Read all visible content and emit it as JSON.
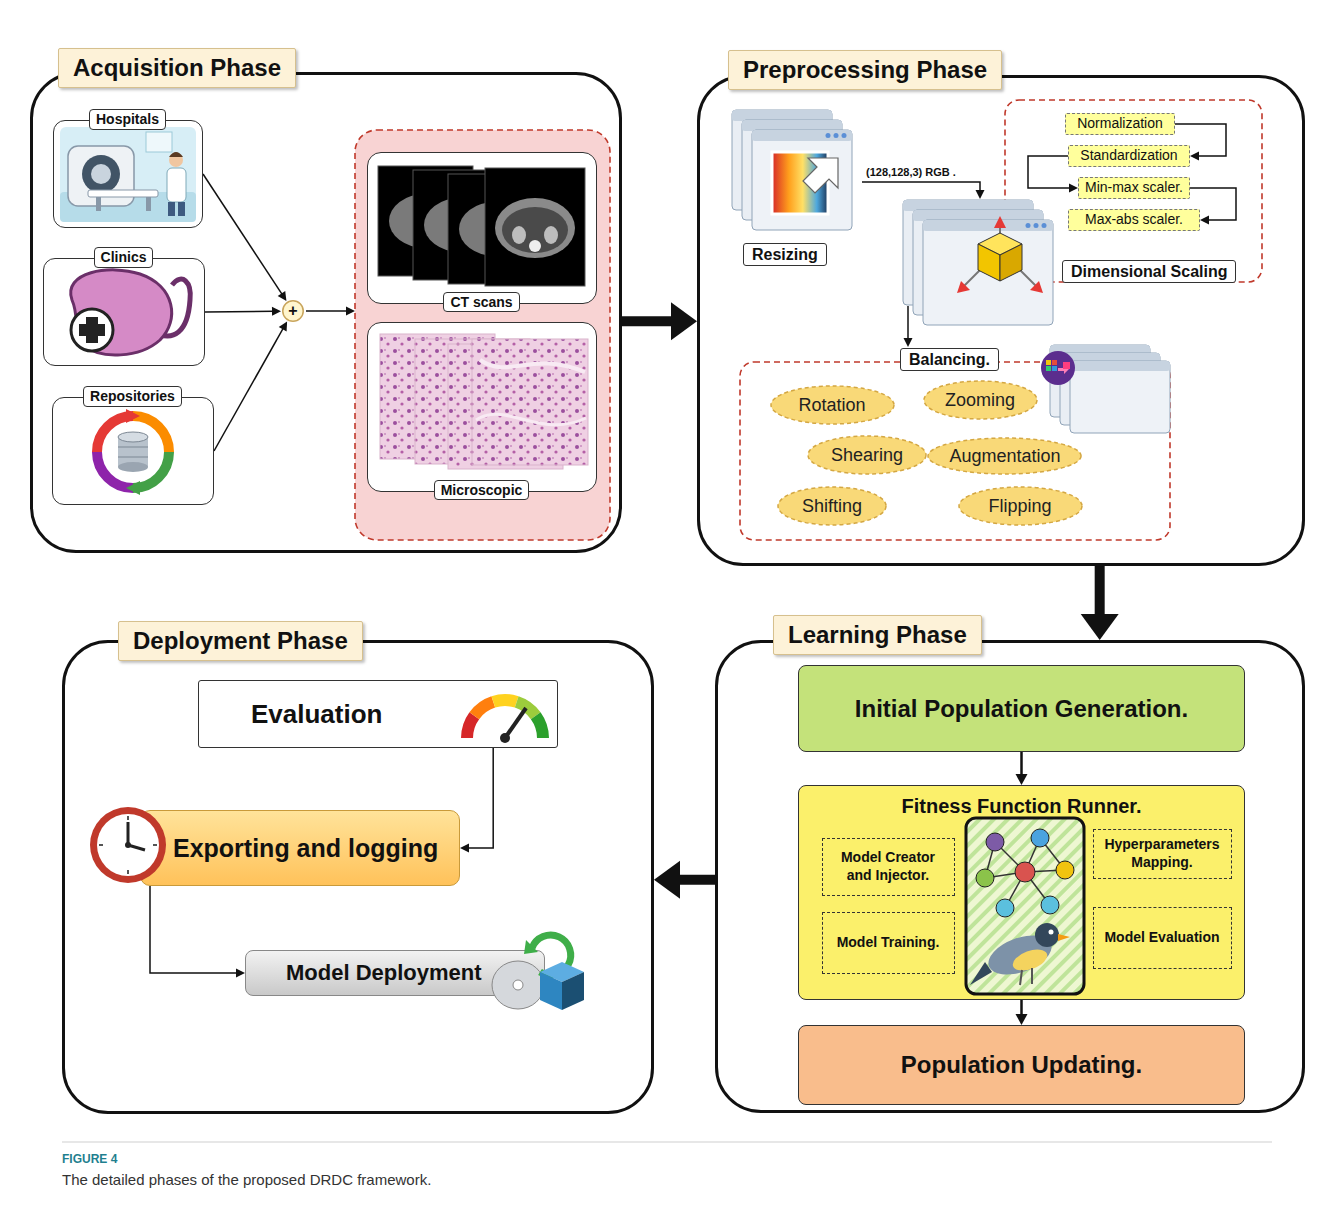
{
  "diagram": {
    "caption": "The detailed phases of the proposed DRDC framework.",
    "nodes": [
      {
        "text": [
          "Acquisition Phase"
        ]
      },
      {
        "text": [
          "Hospitals"
        ],
        "in": 0
      },
      {
        "text": [
          "Clinics"
        ],
        "in": 0
      },
      {
        "text": [
          "Repositories"
        ],
        "in": 0
      },
      {
        "text": [
          "+"
        ],
        "in": 0
      },
      {
        "text": [
          "CT scans"
        ],
        "in": 0
      },
      {
        "text": [
          "Microscopic"
        ],
        "in": 0
      },
      {
        "text": [
          "Preprocessing Phase"
        ]
      },
      {
        "text": [
          "Resizing"
        ],
        "in": 7
      },
      {
        "text": [
          "Normalization"
        ],
        "in": 7
      },
      {
        "text": [
          "Standardization"
        ],
        "in": 7
      },
      {
        "text": [
          "Min-max scaler."
        ],
        "in": 7
      },
      {
        "text": [
          "Max-abs scaler."
        ],
        "in": 7
      },
      {
        "text": [
          "Dimensional Scaling"
        ],
        "in": 7
      },
      {
        "text": [
          "Balancing."
        ],
        "in": 7
      },
      {
        "text": [
          "Rotation"
        ],
        "in": 7
      },
      {
        "text": [
          "Zooming"
        ],
        "in": 7
      },
      {
        "text": [
          "Shearing"
        ],
        "in": 7
      },
      {
        "text": [
          "Augmentation"
        ],
        "in": 7
      },
      {
        "text": [
          "Shifting"
        ],
        "in": 7
      },
      {
        "text": [
          "Flipping"
        ],
        "in": 7
      },
      {
        "text": [
          "Learning Phase"
        ]
      },
      {
        "text": [
          "Initial Population Generation."
        ],
        "in": 21
      },
      {
        "text": [
          "Fitness Function Runner."
        ],
        "in": 21
      },
      {
        "text": [
          "Model Creator and Injector."
        ],
        "in": 23
      },
      {
        "text": [
          "Hyperparameters Mapping."
        ],
        "in": 23
      },
      {
        "text": [
          "Model Training."
        ],
        "in": 23
      },
      {
        "text": [
          "Model Evaluation"
        ],
        "in": 23
      },
      {
        "text": [
          "Population Updating."
        ],
        "in": 21
      },
      {
        "text": [
          "Deployment Phase"
        ]
      },
      {
        "text": [
          "Evaluation"
        ],
        "in": 29
      },
      {
        "text": [
          "Exporting and logging"
        ],
        "in": 29
      },
      {
        "text": [
          "Model Deployment"
        ],
        "in": 29
      }
    ],
    "edges": [
      {
        "from": 1,
        "to": 4,
        "arrow": "to"
      },
      {
        "from": 2,
        "to": 4,
        "arrow": "to"
      },
      {
        "from": 3,
        "to": 4,
        "arrow": "to"
      },
      {
        "from": 9,
        "to": 10,
        "arrow": "to"
      },
      {
        "from": 10,
        "to": 11,
        "arrow": "to"
      },
      {
        "from": 11,
        "to": 12,
        "arrow": "to"
      },
      {
        "from": 0,
        "to": 7,
        "arrow": "to"
      },
      {
        "from": 7,
        "to": 21,
        "arrow": "to"
      },
      {
        "from": 21,
        "to": 29,
        "arrow": "to"
      },
      {
        "from": 22,
        "to": 23,
        "arrow": "to"
      },
      {
        "from": 23,
        "to": 28,
        "arrow": "to"
      },
      {
        "from": 30,
        "to": 31,
        "arrow": "to"
      },
      {
        "from": 31,
        "to": 32,
        "arrow": "to"
      }
    ],
    "labels": [
      "(128,128,3) RGB .",
      "FIGURE 4"
    ]
  }
}
